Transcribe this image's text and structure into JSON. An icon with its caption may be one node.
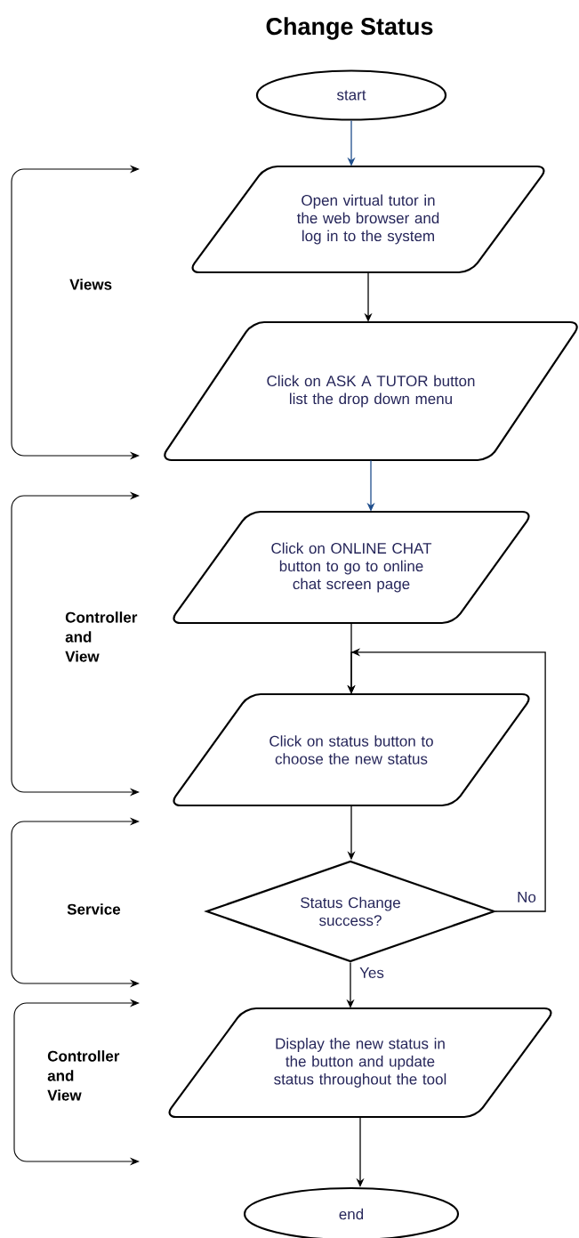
{
  "diagram": {
    "title": "Change Status",
    "nodes": [
      {
        "text": [
          "start"
        ]
      },
      {
        "text": [
          "Open virtual tutor in the web browser and log in to the system"
        ]
      },
      {
        "text": [
          "Click on ASK A TUTOR button list the drop down menu"
        ]
      },
      {
        "text": [
          "Click on ONLINE CHAT button to go to online chat screen page"
        ]
      },
      {
        "text": [
          "Click on status button to choose the new status"
        ]
      },
      {
        "text": [
          "Status Change success?"
        ]
      },
      {
        "text": [
          "Display the new status in the button and update status throughout the tool"
        ]
      },
      {
        "text": [
          "end"
        ]
      }
    ],
    "edges": [
      {
        "from": 0,
        "to": 1,
        "arrow": "to",
        "color": "#1f4e8c"
      },
      {
        "from": 1,
        "to": 2,
        "arrow": "to"
      },
      {
        "from": 2,
        "to": 3,
        "arrow": "to",
        "color": "#1f4e8c"
      },
      {
        "from": 3,
        "to": 4,
        "arrow": "to"
      },
      {
        "from": 4,
        "to": 5,
        "arrow": "to"
      },
      {
        "from": 5,
        "to": 4,
        "arrow": "to",
        "label": "No"
      },
      {
        "from": 5,
        "to": 6,
        "arrow": "to",
        "label": "Yes"
      },
      {
        "from": 6,
        "to": 7,
        "arrow": "to"
      }
    ],
    "labels": [
      "Views",
      "Controller and View",
      "Service",
      "Controller and View"
    ]
  }
}
